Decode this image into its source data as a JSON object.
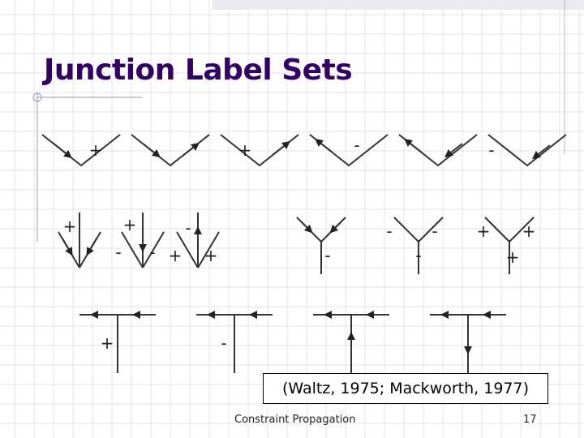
{
  "slide": {
    "title": "Junction Label Sets",
    "citation": "(Waltz, 1975; Mackworth, 1977)",
    "footer_title": "Constraint Propagation",
    "page_number": "17",
    "title_color": "#330066"
  },
  "labels": {
    "convex": "+",
    "concave": "-"
  }
}
